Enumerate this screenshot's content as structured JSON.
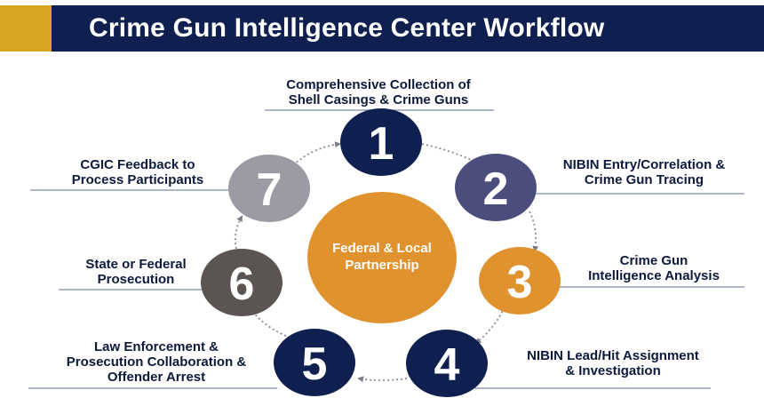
{
  "title": "Crime Gun Intelligence Center Workflow",
  "colors": {
    "header_bg": "#0f1f4f",
    "header_accent": "#d9a420",
    "navy": "#0f1f4f",
    "slate": "#4b4e7c",
    "orange": "#e0922f",
    "gray_dark": "#5a5552",
    "gray_light": "#9c9ba3",
    "rule": "#7f8ba8"
  },
  "hub": {
    "lines": [
      "Federal & Local",
      "Partnership"
    ]
  },
  "steps": [
    {
      "number": "1",
      "lines": [
        "Comprehensive Collection of",
        "Shell Casings & Crime Guns"
      ]
    },
    {
      "number": "2",
      "lines": [
        "NIBIN Entry/Correlation &",
        "Crime Gun Tracing"
      ]
    },
    {
      "number": "3",
      "lines": [
        "Crime Gun",
        "Intelligence Analysis"
      ]
    },
    {
      "number": "4",
      "lines": [
        "NIBIN Lead/Hit Assignment",
        "& Investigation"
      ]
    },
    {
      "number": "5",
      "lines": [
        "Law Enforcement &",
        "Prosecution Collaboration &",
        "Offender Arrest"
      ]
    },
    {
      "number": "6",
      "lines": [
        "State or Federal",
        "Prosecution"
      ]
    },
    {
      "number": "7",
      "lines": [
        "CGIC Feedback to",
        "Process Participants"
      ]
    }
  ]
}
